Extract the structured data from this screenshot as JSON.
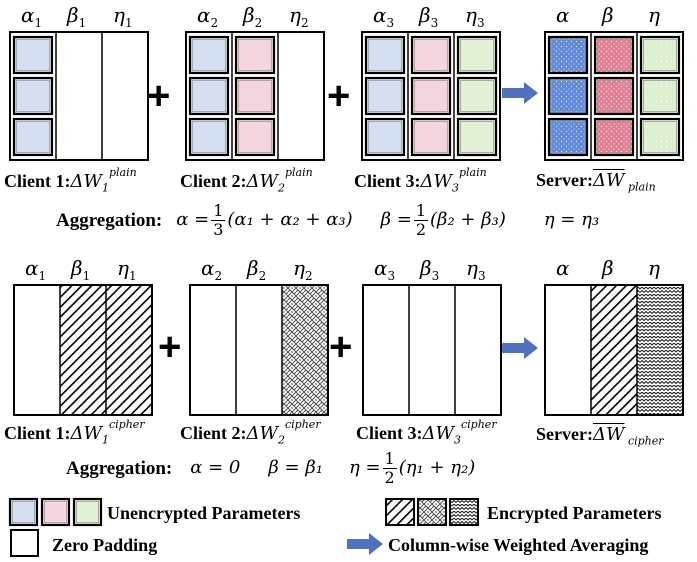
{
  "colors": {
    "blue": "#d4dff2",
    "pink": "#f6d6de",
    "green": "#e2f1d6",
    "blue_dotted": "#5f88d8",
    "pink_dotted": "#e07f93",
    "green_dotted": "#d9efcc",
    "arrow": "#4f71be"
  },
  "top": {
    "clients": [
      {
        "headers": [
          "α",
          "β",
          "η"
        ],
        "subs": [
          "1",
          "1",
          "1"
        ],
        "columns": [
          "blue",
          "zero",
          "zero"
        ],
        "label": "Client 1:",
        "math": "ΔW",
        "sub": "1",
        "sup": "plain"
      },
      {
        "headers": [
          "α",
          "β",
          "η"
        ],
        "subs": [
          "2",
          "2",
          "2"
        ],
        "columns": [
          "blue",
          "pink",
          "zero"
        ],
        "label": "Client 2:",
        "math": "ΔW",
        "sub": "2",
        "sup": "plain"
      },
      {
        "headers": [
          "α",
          "β",
          "η"
        ],
        "subs": [
          "3",
          "3",
          "3"
        ],
        "columns": [
          "blue",
          "pink",
          "green"
        ],
        "label": "Client 3:",
        "math": "ΔW",
        "sub": "3",
        "sup": "plain"
      }
    ],
    "server": {
      "headers": [
        "α",
        "β",
        "η"
      ],
      "columns": [
        "blue_dotted",
        "pink_dotted",
        "green_dotted"
      ],
      "label": "Server:",
      "math": "ΔW̄",
      "sub": "plain"
    },
    "aggregation": {
      "label": "Aggregation:",
      "alpha": {
        "lhs": "α =",
        "num": "1",
        "den": "3",
        "expr": "(α₁ + α₂ + α₃)"
      },
      "beta": {
        "lhs": "β =",
        "num": "1",
        "den": "2",
        "expr": "(β₂ + β₃)"
      },
      "eta": {
        "expr": "η = η₃"
      }
    }
  },
  "bottom": {
    "clients": [
      {
        "headers": [
          "α",
          "β",
          "η"
        ],
        "subs": [
          "1",
          "1",
          "1"
        ],
        "columns": [
          "zero",
          "enc-diag",
          "enc-diag"
        ],
        "label": "Client 1:",
        "math": "ΔW",
        "sub": "1",
        "sup": "cipher"
      },
      {
        "headers": [
          "α",
          "β",
          "η"
        ],
        "subs": [
          "2",
          "2",
          "2"
        ],
        "columns": [
          "zero",
          "zero",
          "enc-brick"
        ],
        "label": "Client 2:",
        "math": "ΔW",
        "sub": "2",
        "sup": "cipher"
      },
      {
        "headers": [
          "α",
          "β",
          "η"
        ],
        "subs": [
          "3",
          "3",
          "3"
        ],
        "columns": [
          "zero",
          "zero",
          "zero"
        ],
        "label": "Client 3:",
        "math": "ΔW",
        "sub": "3",
        "sup": "cipher"
      }
    ],
    "server": {
      "headers": [
        "α",
        "β",
        "η"
      ],
      "columns": [
        "zero",
        "enc-diag",
        "enc-wave"
      ],
      "label": "Server:",
      "math": "ΔW̄",
      "sub": "cipher"
    },
    "aggregation": {
      "label": "Aggregation:",
      "alpha": {
        "expr": "α = 0"
      },
      "beta": {
        "expr": "β = β₁"
      },
      "eta": {
        "lhs": "η =",
        "num": "1",
        "den": "2",
        "expr": "(η₁ + η₂)"
      }
    }
  },
  "operators": {
    "plus": "+"
  },
  "legend": {
    "unencrypted": "Unencrypted Parameters",
    "encrypted": "Encrypted Parameters",
    "zero_padding": "Zero Padding",
    "weighted_avg": "Column-wise Weighted Averaging"
  }
}
